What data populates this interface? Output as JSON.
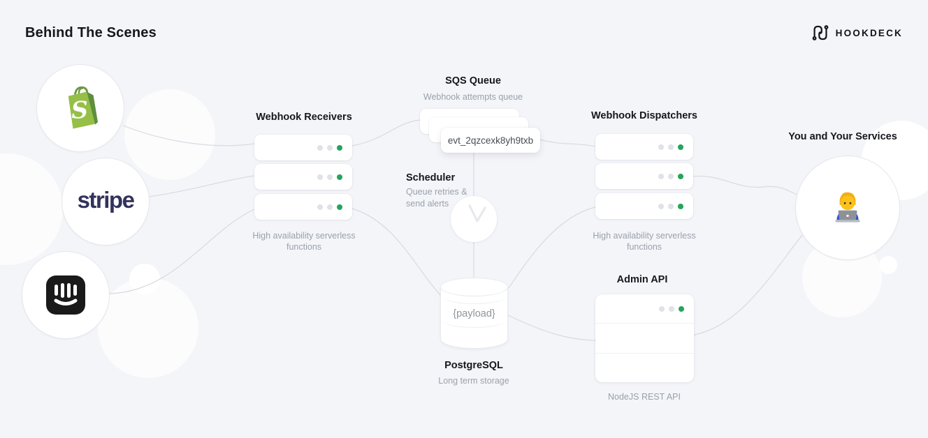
{
  "header": {
    "title": "Behind The Scenes",
    "brand": "HOOKDECK"
  },
  "sources": {
    "title_hidden": "",
    "items": [
      {
        "name": "Shopify",
        "icon": "shopify-bag-icon",
        "label": ""
      },
      {
        "name": "Stripe",
        "icon": "stripe-wordmark",
        "label": "stripe"
      },
      {
        "name": "Intercom",
        "icon": "intercom-icon",
        "label": ""
      }
    ]
  },
  "receivers": {
    "title": "Webhook Receivers",
    "caption": "High availability serverless functions",
    "instance_count": 3
  },
  "queue": {
    "title": "SQS Queue",
    "subtitle": "Webhook attempts queue",
    "event_id": "evt_2qzcexk8yh9txb"
  },
  "scheduler": {
    "title": "Scheduler",
    "subtitle": "Queue retries & send alerts",
    "icon": "clock-icon"
  },
  "database": {
    "title": "PostgreSQL",
    "subtitle": "Long term storage",
    "payload_label": "{payload}",
    "icon": "database-cylinder-icon"
  },
  "dispatchers": {
    "title": "Webhook Dispatchers",
    "caption": "High availability serverless functions",
    "instance_count": 3
  },
  "admin_api": {
    "title": "Admin API",
    "caption": "NodeJS REST API"
  },
  "destination": {
    "title": "You and Your Services",
    "icon": "technologist-emoji"
  },
  "colors": {
    "background": "#f4f5f9",
    "connector_line": "#d8dae1",
    "status_green": "#23a55a",
    "status_gray": "#e1e2e6",
    "text_dark": "#15171c",
    "text_muted": "#9aa1ab",
    "stripe_navy": "#32325d",
    "shopify_green": "#95bf47",
    "shopify_green_dark": "#5e8e3e",
    "intercom_black": "#1a1a1a"
  }
}
